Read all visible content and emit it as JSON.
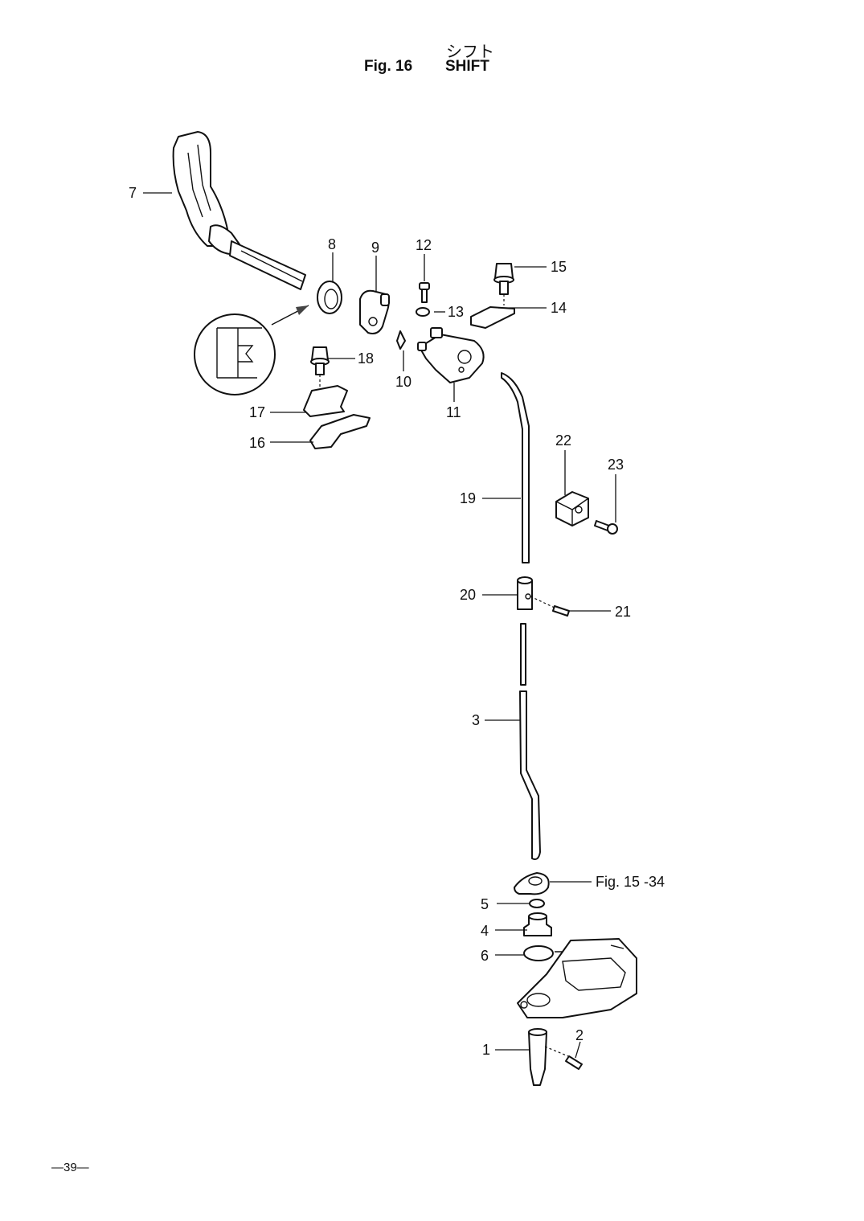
{
  "figure": {
    "title_jp": "シフト",
    "fig_label": "Fig. 16",
    "title_en": "SHIFT"
  },
  "page_number": "—39—",
  "callouts": [
    "1",
    "2",
    "3",
    "4",
    "5",
    "6",
    "7",
    "8",
    "9",
    "10",
    "11",
    "12",
    "13",
    "14",
    "15",
    "16",
    "17",
    "18",
    "19",
    "20",
    "21",
    "22",
    "23"
  ],
  "cross_reference": "Fig. 15 -34"
}
